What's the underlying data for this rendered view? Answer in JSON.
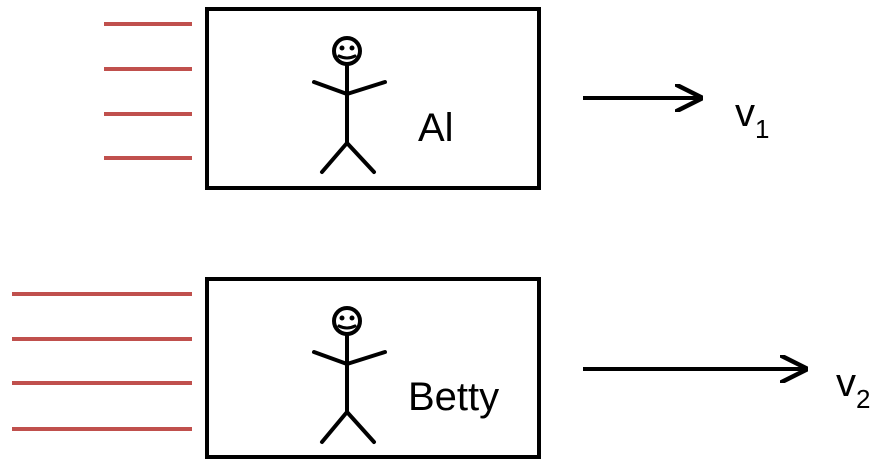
{
  "colors": {
    "motion_lines": "#c0504d",
    "ink": "#000000",
    "background": "#ffffff"
  },
  "rows": [
    {
      "name": "Al",
      "velocity_symbol": "v",
      "velocity_subscript": "1",
      "motion_line_count": 4
    },
    {
      "name": "Betty",
      "velocity_symbol": "v",
      "velocity_subscript": "2",
      "motion_line_count": 4
    }
  ]
}
